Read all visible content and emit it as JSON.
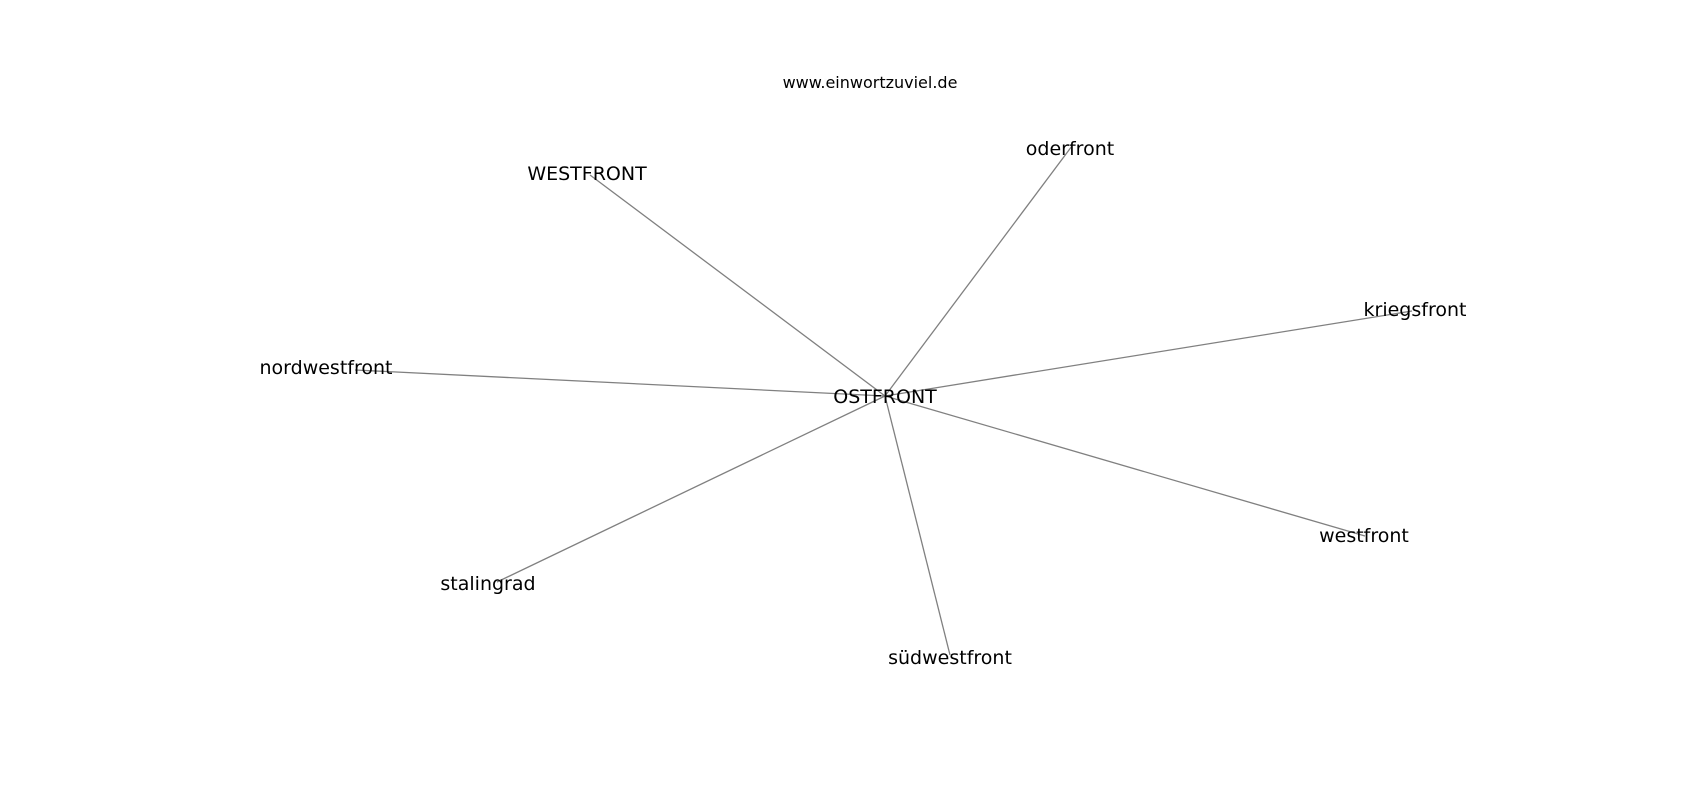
{
  "source": "www.einwortzuviel.de",
  "graph": {
    "center": {
      "id": "ostfront",
      "label": "OSTFRONT"
    },
    "neighbors": [
      {
        "id": "westfront_upper",
        "label": "WESTFRONT"
      },
      {
        "id": "oderfront",
        "label": "oderfront"
      },
      {
        "id": "kriegsfront",
        "label": "kriegsfront"
      },
      {
        "id": "nordwestfront",
        "label": "nordwestfront"
      },
      {
        "id": "westfront",
        "label": "westfront"
      },
      {
        "id": "stalingrad",
        "label": "stalingrad"
      },
      {
        "id": "suedwestfront",
        "label": "südwestfront"
      }
    ],
    "edges": [
      [
        "ostfront",
        "westfront_upper"
      ],
      [
        "ostfront",
        "oderfront"
      ],
      [
        "ostfront",
        "kriegsfront"
      ],
      [
        "ostfront",
        "nordwestfront"
      ],
      [
        "ostfront",
        "westfront"
      ],
      [
        "ostfront",
        "stalingrad"
      ],
      [
        "ostfront",
        "suedwestfront"
      ]
    ],
    "edge_color": "#808080",
    "text_color": "#000000",
    "background": "#ffffff"
  }
}
